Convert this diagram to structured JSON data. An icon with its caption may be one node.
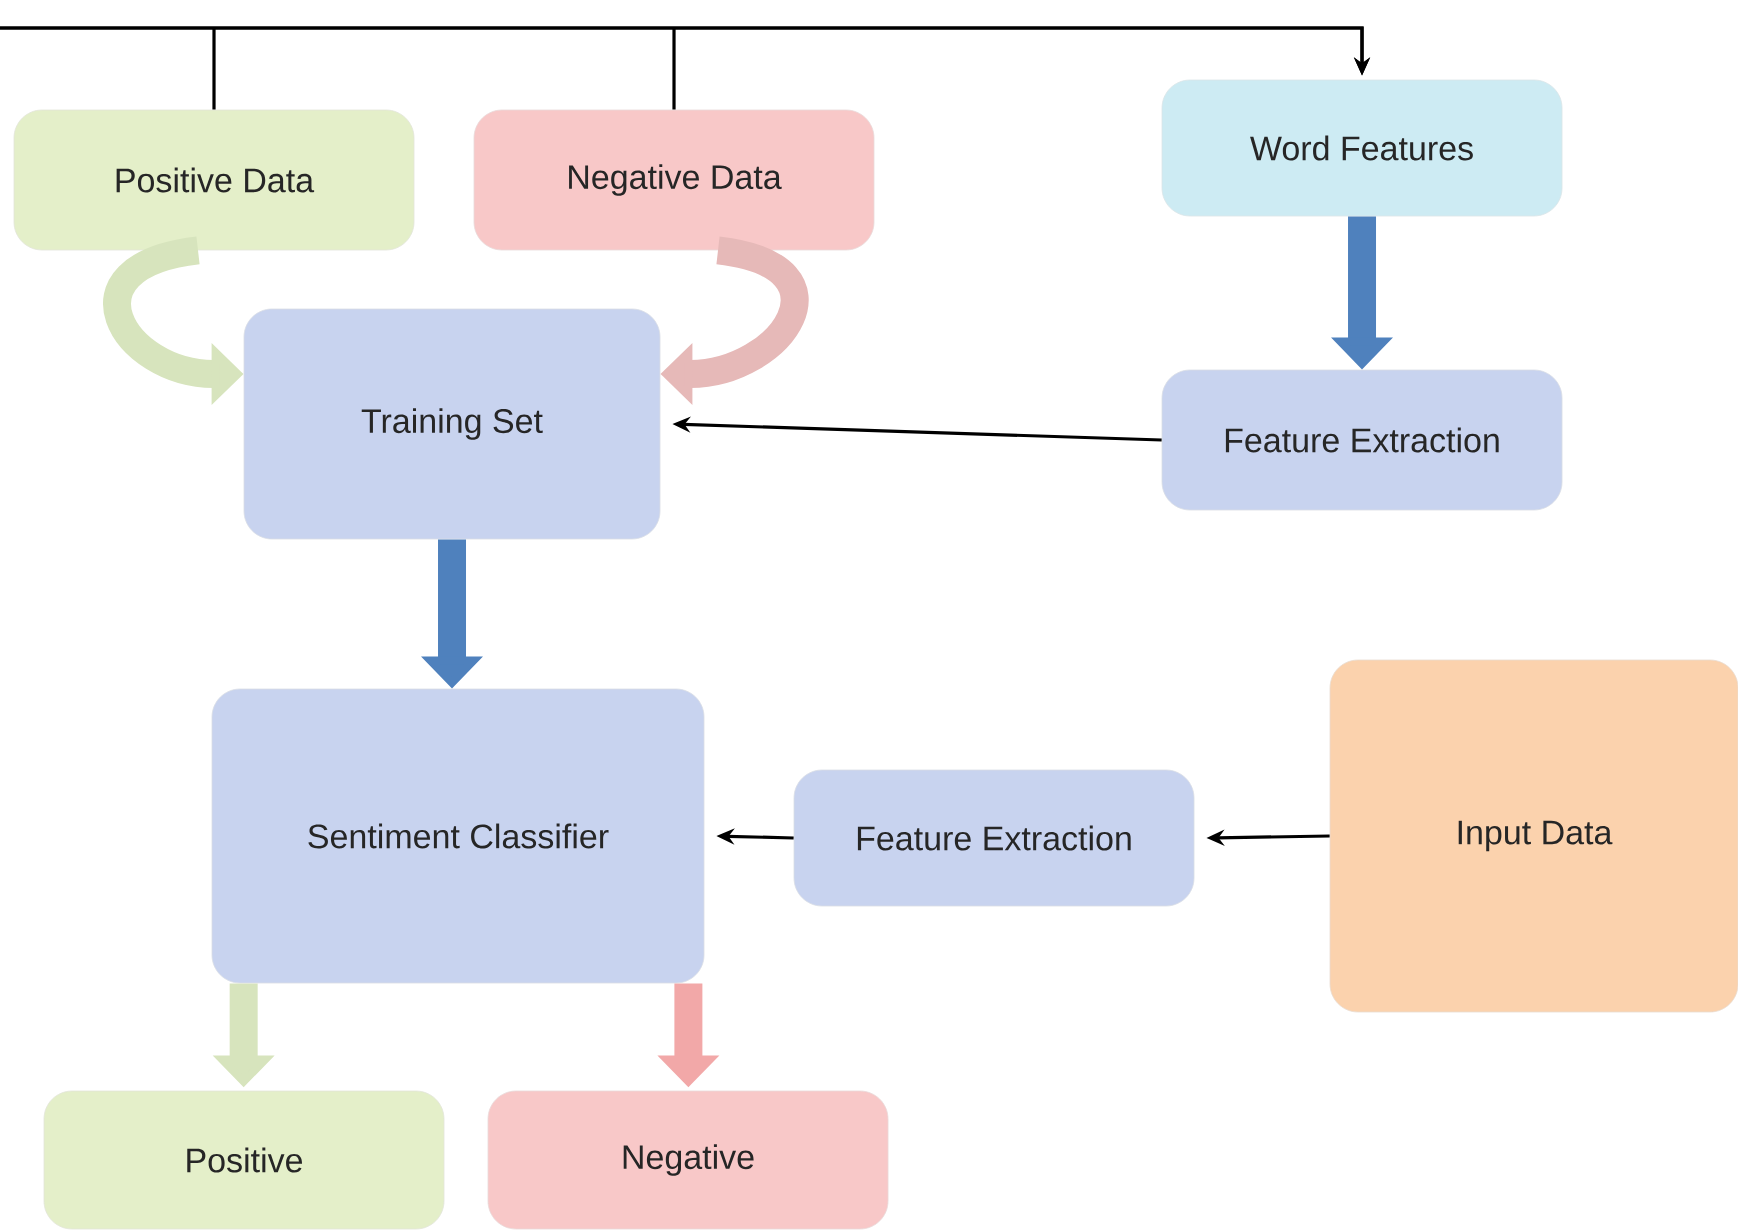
{
  "diagram": {
    "nodes": [
      {
        "text": [
          "Positive Data"
        ]
      },
      {
        "text": [
          "Negative Data"
        ]
      },
      {
        "text": [
          "Word Features"
        ]
      },
      {
        "text": [
          "Training Set"
        ]
      },
      {
        "text": [
          "Feature Extraction"
        ]
      },
      {
        "text": [
          "Sentiment Classifier"
        ]
      },
      {
        "text": [
          "Feature Extraction"
        ]
      },
      {
        "text": [
          "Input Data"
        ]
      },
      {
        "text": [
          "Positive"
        ]
      },
      {
        "text": [
          "Negative"
        ]
      }
    ],
    "edges": [
      {
        "from": 0,
        "to": 2,
        "arrow": "to"
      },
      {
        "from": 1,
        "to": 2,
        "arrow": "to"
      },
      {
        "from": 0,
        "to": 3,
        "arrow": "to",
        "color": "#d7e4bd"
      },
      {
        "from": 1,
        "to": 3,
        "arrow": "to",
        "color": "#e6b9b8"
      },
      {
        "from": 2,
        "to": 4,
        "arrow": "to",
        "color": "#4f81bd"
      },
      {
        "from": 4,
        "to": 3,
        "arrow": "to"
      },
      {
        "from": 3,
        "to": 5,
        "arrow": "to",
        "color": "#4f81bd"
      },
      {
        "from": 6,
        "to": 5,
        "arrow": "to"
      },
      {
        "from": 7,
        "to": 6,
        "arrow": "to"
      },
      {
        "from": 5,
        "to": 8,
        "arrow": "to",
        "color": "#d7e4bd"
      },
      {
        "from": 5,
        "to": 9,
        "arrow": "to",
        "color": "#f2a8a8"
      }
    ]
  }
}
